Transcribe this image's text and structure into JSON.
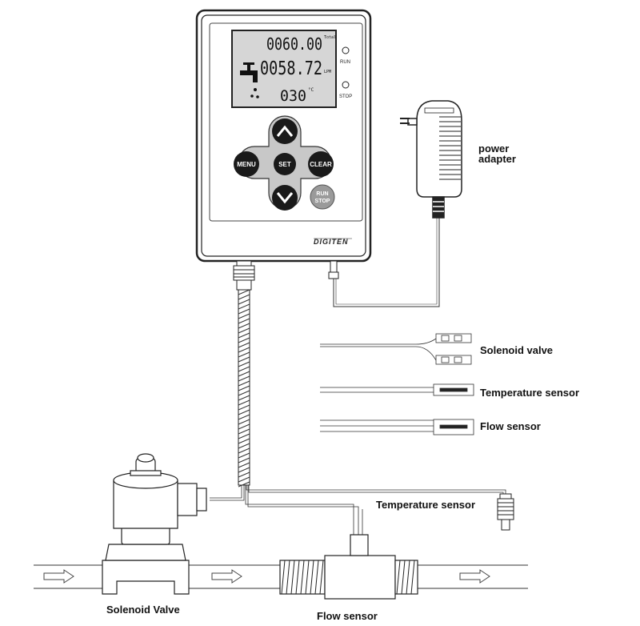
{
  "controller": {
    "lcd_total": "0060.00",
    "lcd_total_unit": "Total",
    "lcd_rate": "0058.72",
    "lcd_rate_unit": "LPM",
    "lcd_temp": "030",
    "lcd_temp_unit": "°C",
    "indicator_run": "RUN",
    "indicator_stop": "STOP",
    "buttons": {
      "menu": "MENU",
      "set": "SET",
      "clear": "CLEAR",
      "run_stop_line1": "RUN",
      "run_stop_line2": "STOP"
    },
    "brand": "DIGITEN"
  },
  "labels": {
    "power_adapter_line1": "power",
    "power_adapter_line2": "adapter",
    "solenoid_valve_wire": "Solenoid valve",
    "temperature_sensor_wire": "Temperature sensor",
    "flow_sensor_wire": "Flow sensor",
    "temperature_sensor_probe": "Temperature  sensor",
    "solenoid_valve_device": "Solenoid Valve",
    "flow_sensor_device": "Flow  sensor"
  },
  "colors": {
    "stroke": "#222222",
    "lcd_background": "#d6d6d6",
    "button_dark": "#1a1a1a",
    "button_grey": "#9a9a9a"
  }
}
